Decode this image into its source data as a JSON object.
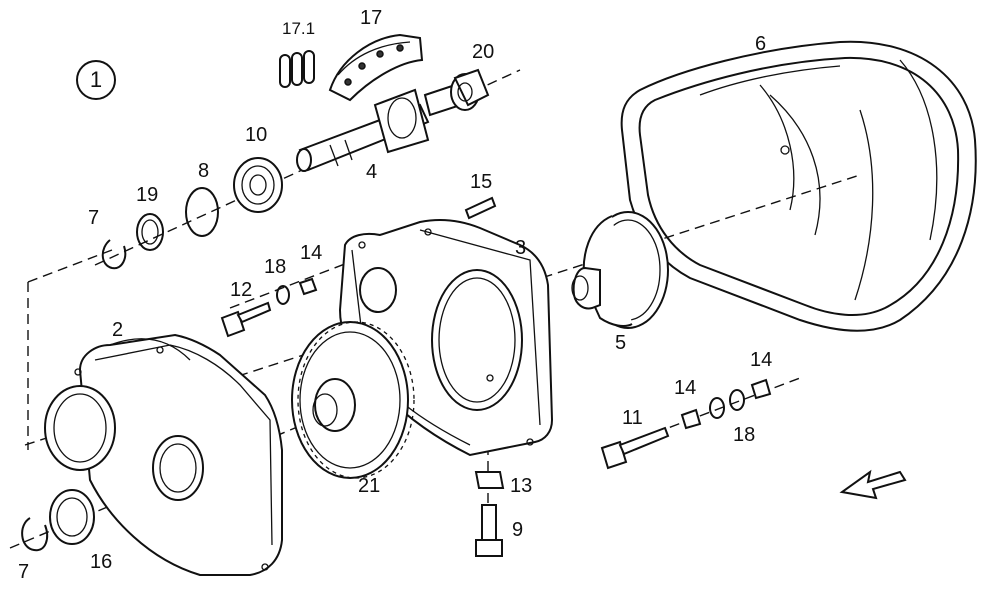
{
  "diagram": {
    "badge": "1",
    "labels": {
      "p17_1": "17.1",
      "p17": "17",
      "p20": "20",
      "p6": "6",
      "p10": "10",
      "p8": "8",
      "p19": "19",
      "p7_top": "7",
      "p4": "4",
      "p15": "15",
      "p3": "3",
      "p18_top": "18",
      "p14_top": "14",
      "p12": "12",
      "p2": "2",
      "p5": "5",
      "p14_right1": "14",
      "p14_right2": "14",
      "p11": "11",
      "p18_right": "18",
      "p13": "13",
      "p21": "21",
      "p9": "9",
      "p16": "16",
      "p7_bottom": "7"
    }
  }
}
